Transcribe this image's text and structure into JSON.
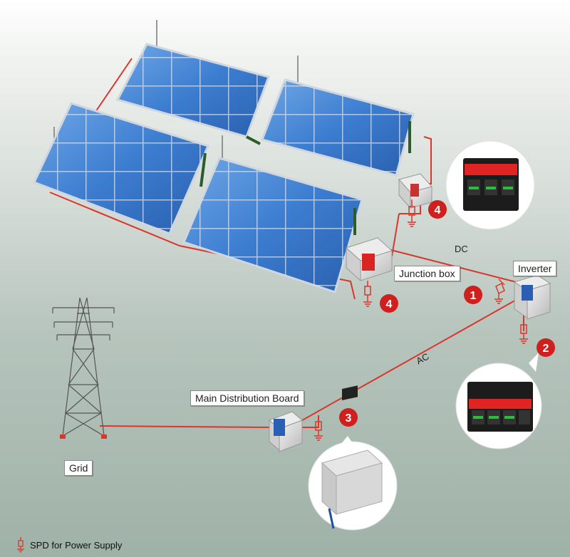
{
  "labels": {
    "junction_box": "Junction box",
    "inverter": "Inverter",
    "main_distribution_board": "Main Distribution Board",
    "grid": "Grid",
    "dc": "DC",
    "ac": "AC"
  },
  "badges": {
    "b1": "1",
    "b2": "2",
    "b3": "3",
    "b4_upper": "4",
    "b4_lower": "4"
  },
  "legend": {
    "text": "SPD for Power Supply",
    "icon": "spd-symbol-icon"
  },
  "colors": {
    "wire": "#d9372b",
    "badge": "#d0201e",
    "panel": "#3a78c8",
    "spd_red": "#e02424",
    "spd_black": "#1c1c1c"
  }
}
